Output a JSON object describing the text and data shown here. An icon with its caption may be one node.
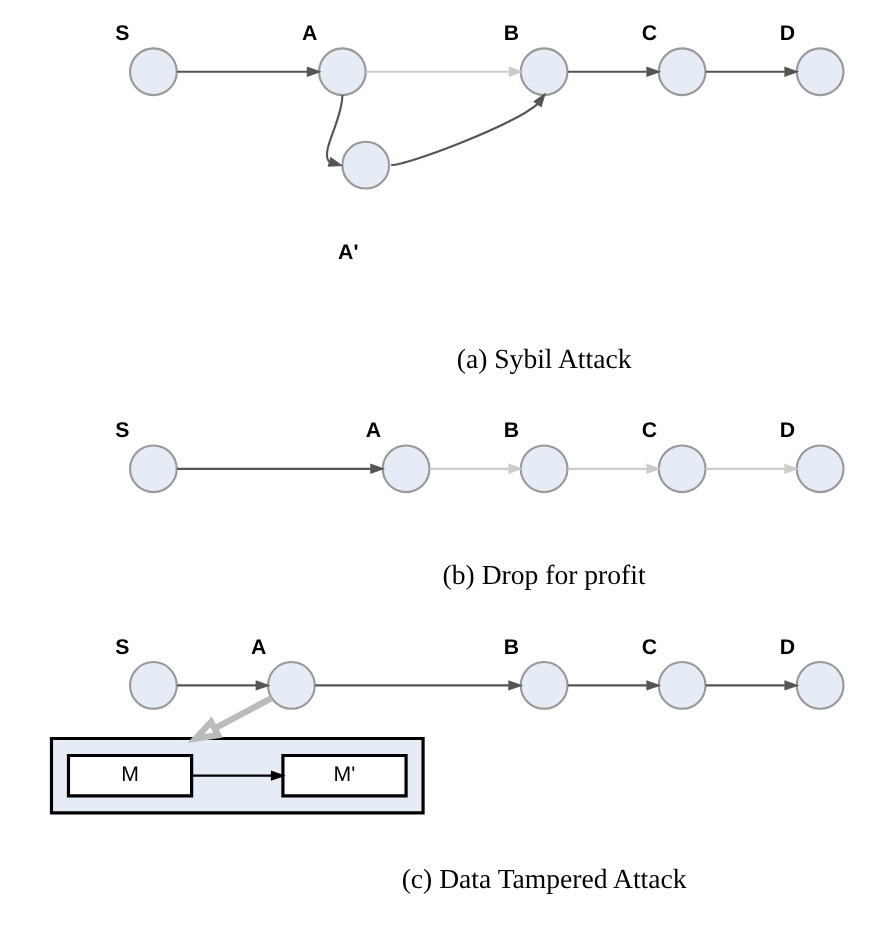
{
  "diagram": {
    "nodes": [
      {
        "text": [],
        "shape": "circle",
        "beside": [
          "S"
        ]
      },
      {
        "text": [],
        "shape": "circle",
        "beside": [
          "A"
        ]
      },
      {
        "text": [],
        "shape": "circle",
        "beside": [
          "B"
        ]
      },
      {
        "text": [],
        "shape": "circle",
        "beside": [
          "C"
        ]
      },
      {
        "text": [],
        "shape": "circle",
        "beside": [
          "D"
        ]
      },
      {
        "text": [],
        "shape": "circle",
        "beside": [
          "A'"
        ]
      },
      {
        "text": [],
        "shape": "circle",
        "beside": [
          "S"
        ]
      },
      {
        "text": [],
        "shape": "circle",
        "beside": [
          "A"
        ]
      },
      {
        "text": [],
        "shape": "circle",
        "beside": [
          "B"
        ]
      },
      {
        "text": [],
        "shape": "circle",
        "beside": [
          "C"
        ]
      },
      {
        "text": [],
        "shape": "circle",
        "beside": [
          "D"
        ]
      },
      {
        "text": [],
        "shape": "circle",
        "beside": [
          "S"
        ]
      },
      {
        "text": [],
        "shape": "circle",
        "beside": [
          "A"
        ]
      },
      {
        "text": [],
        "shape": "circle",
        "beside": [
          "B"
        ]
      },
      {
        "text": [],
        "shape": "circle",
        "beside": [
          "C"
        ]
      },
      {
        "text": [],
        "shape": "circle",
        "beside": [
          "D"
        ]
      },
      {
        "text": [],
        "shape": "box"
      },
      {
        "text": [
          "M"
        ],
        "in": 16
      },
      {
        "text": [
          "M'"
        ],
        "in": 16
      }
    ],
    "edges": [
      {
        "from": 0,
        "to": 1,
        "arrow": "to"
      },
      {
        "from": 1,
        "to": 2,
        "arrow": "to",
        "color": "#cccccc"
      },
      {
        "from": 1,
        "to": 5,
        "arrow": "to"
      },
      {
        "from": 5,
        "to": 2,
        "arrow": "to"
      },
      {
        "from": 2,
        "to": 3,
        "arrow": "to"
      },
      {
        "from": 3,
        "to": 4,
        "arrow": "to"
      },
      {
        "from": 6,
        "to": 7,
        "arrow": "to"
      },
      {
        "from": 7,
        "to": 8,
        "arrow": "to",
        "color": "#cccccc"
      },
      {
        "from": 8,
        "to": 9,
        "arrow": "to",
        "color": "#cccccc"
      },
      {
        "from": 9,
        "to": 10,
        "arrow": "to",
        "color": "#cccccc"
      },
      {
        "from": 11,
        "to": 12,
        "arrow": "to"
      },
      {
        "from": 12,
        "to": 13,
        "arrow": "to"
      },
      {
        "from": 13,
        "to": 14,
        "arrow": "to"
      },
      {
        "from": 14,
        "to": 15,
        "arrow": "to"
      },
      {
        "from": 12,
        "to": 16,
        "arrow": "to",
        "style": "thick",
        "color": "#bbbbbb"
      },
      {
        "from": 17,
        "to": 18,
        "arrow": "to",
        "color": "#000000"
      }
    ],
    "labels": [
      "(a) Sybil Attack",
      "(b) Drop for profit",
      "(c) Data Tampered Attack"
    ]
  }
}
